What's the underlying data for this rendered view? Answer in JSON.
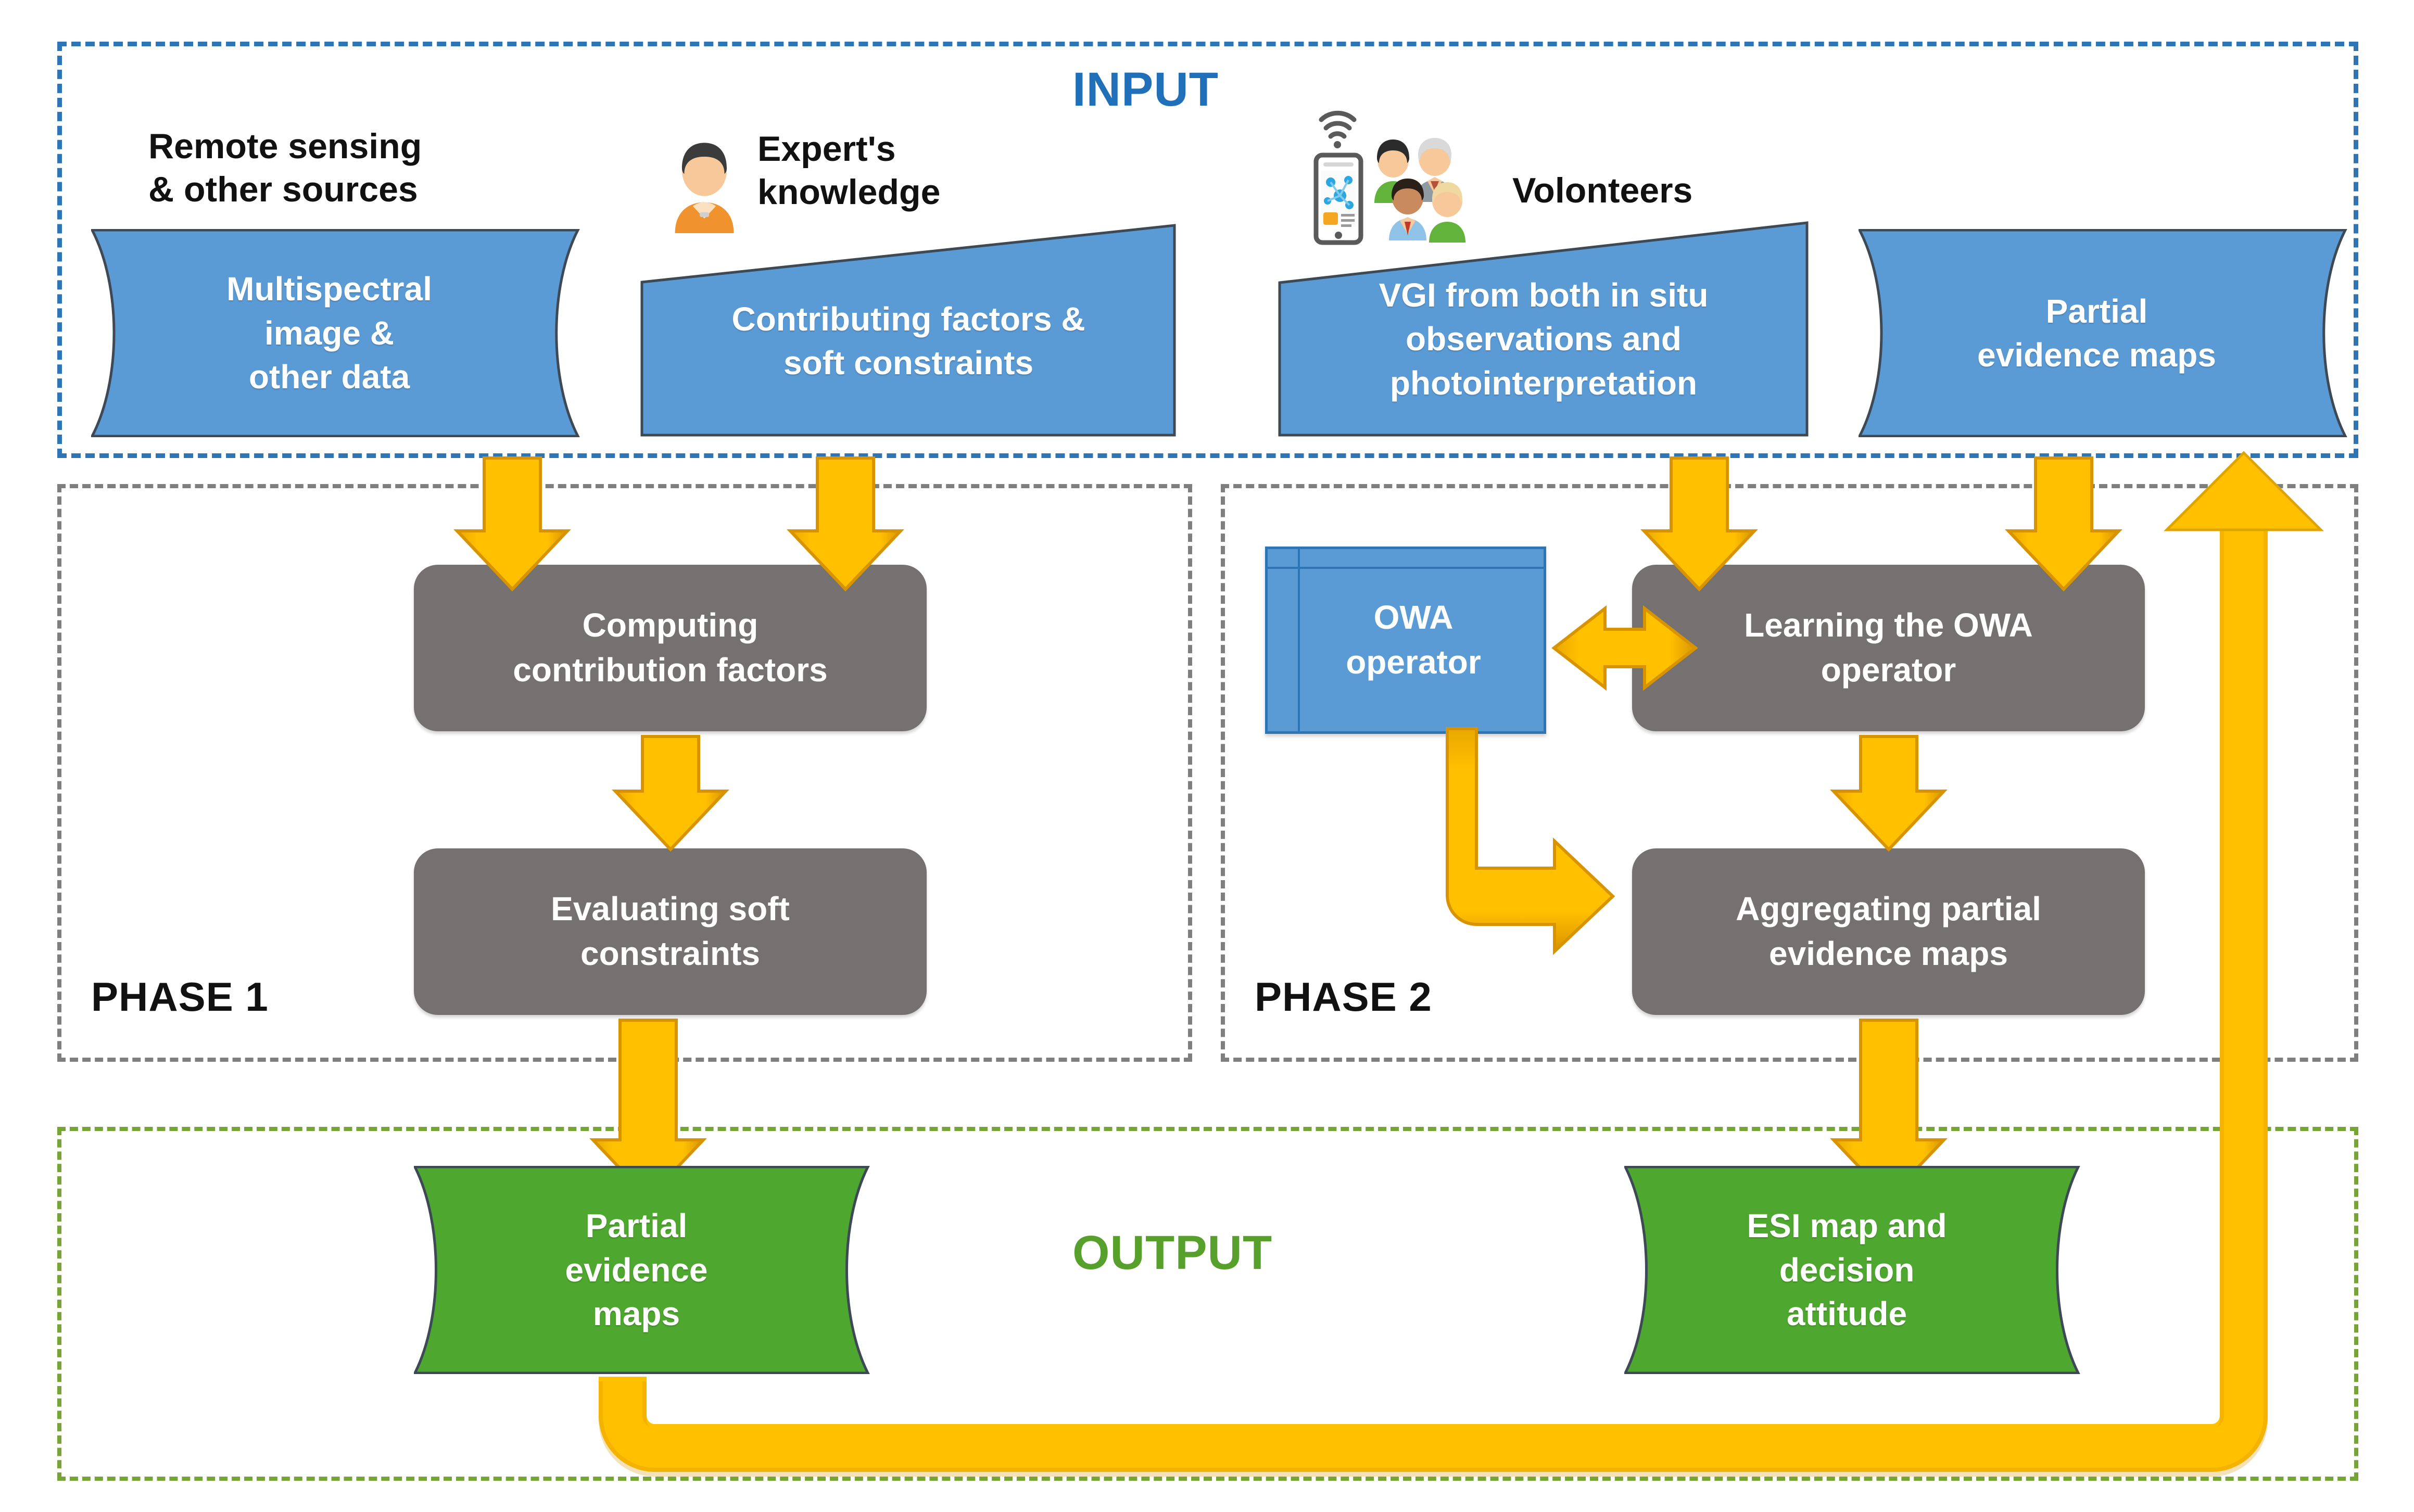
{
  "diagram": {
    "title_input": "INPUT",
    "title_output": "OUTPUT",
    "accent_blue": "#2e75b6",
    "accent_green": "#57a02c",
    "arrow_color": "#ffc000",
    "box_gray": "#767171",
    "shape_blue": "#5b9bd5",
    "shape_green": "#4ea72e"
  },
  "input": {
    "label": "INPUT",
    "sources": [
      {
        "caption": "Remote sensing\n& other sources",
        "icon": "none"
      },
      {
        "caption": "Expert's\nknowledge",
        "icon": "expert-person-icon"
      },
      {
        "caption": "Volonteers",
        "icon": "smartphone-wifi-people-icon"
      }
    ],
    "captions": {
      "remote_sensing": "Remote sensing",
      "other_sources": "& other sources",
      "experts": "Expert's",
      "knowledge": "knowledge",
      "volunteers": "Volonteers"
    },
    "shapes": [
      {
        "id": "multispectral",
        "text": "Multispectral\nimage &\nother data",
        "style": "wave"
      },
      {
        "id": "contributing",
        "text": "Contributing factors &\nsoft constraints",
        "style": "trapezoid"
      },
      {
        "id": "vgi",
        "text": "VGI from both in situ\nobservations and\nphotointerpretation",
        "style": "trapezoid"
      },
      {
        "id": "partial-evidence-in",
        "text": "Partial\nevidence maps",
        "style": "wave"
      }
    ]
  },
  "phase1": {
    "label": "PHASE 1",
    "steps": [
      {
        "id": "computing-contribution-factors",
        "text": "Computing\ncontribution factors"
      },
      {
        "id": "evaluating-soft-constraints",
        "text": "Evaluating soft\nconstraints"
      }
    ]
  },
  "phase2": {
    "label": "PHASE 2",
    "operator": {
      "id": "owa-operator",
      "text": "OWA\noperator"
    },
    "steps": [
      {
        "id": "learning-the-owa-operator",
        "text": "Learning the OWA\noperator"
      },
      {
        "id": "aggregating-partial-evidence",
        "text": "Aggregating partial\nevidence maps"
      }
    ]
  },
  "output": {
    "label": "OUTPUT",
    "shapes": [
      {
        "id": "partial-evidence-out",
        "text": "Partial\nevidence\nmaps",
        "style": "wave"
      },
      {
        "id": "esi-map",
        "text": "ESI map and\ndecision\nattitude",
        "style": "wave"
      }
    ]
  }
}
